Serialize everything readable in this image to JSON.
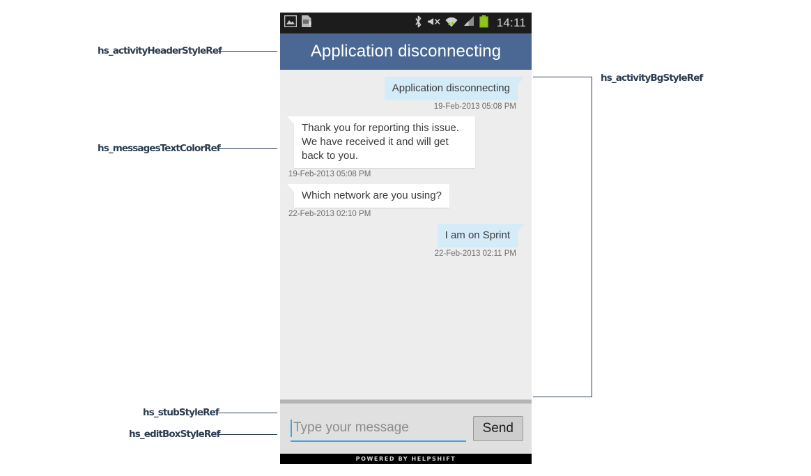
{
  "phone": {
    "statusbar": {
      "icons_left": [
        "image-icon",
        "sim-card-alert-icon"
      ],
      "icons_right": [
        "bluetooth-icon",
        "vibrate-off-icon",
        "wifi-data-icon",
        "signal-bars-icon",
        "battery-full-icon"
      ],
      "time": "14:11"
    },
    "header": {
      "title": "Application disconnecting",
      "bg_color": "#4a6893",
      "text_color": "#ffffff"
    },
    "chat": {
      "bg_color": "#ededed",
      "outgoing_bubble_color": "#d4ebf8",
      "incoming_bubble_color": "#ffffff",
      "message_text_color": "#3b3b3b",
      "messages": [
        {
          "direction": "out",
          "text": "Application disconnecting",
          "timestamp": "19-Feb-2013 05:08 PM"
        },
        {
          "direction": "in",
          "text": "Thank you for reporting this issue. We have received it and will get back to you.",
          "timestamp": "19-Feb-2013 05:08 PM"
        },
        {
          "direction": "in",
          "text": "Which network are you using?",
          "timestamp": "22-Feb-2013 02:10 PM"
        },
        {
          "direction": "out",
          "text": "I am on Sprint",
          "timestamp": "22-Feb-2013 02:11 PM"
        }
      ]
    },
    "compose": {
      "placeholder": "Type your message",
      "value": "",
      "send_label": "Send",
      "accent_color": "#3ba5e0"
    },
    "footer": {
      "text": "POWERED BY HELPSHIFT"
    }
  },
  "annotations": {
    "color": "#2a3c50",
    "left": [
      {
        "label": "hs_activityHeaderStyleRef"
      },
      {
        "label": "hs_messagesTextColorRef"
      },
      {
        "label": "hs_stubStyleRef"
      },
      {
        "label": "hs_editBoxStyleRef"
      }
    ],
    "right": [
      {
        "label": "hs_activityBgStyleRef"
      }
    ]
  }
}
